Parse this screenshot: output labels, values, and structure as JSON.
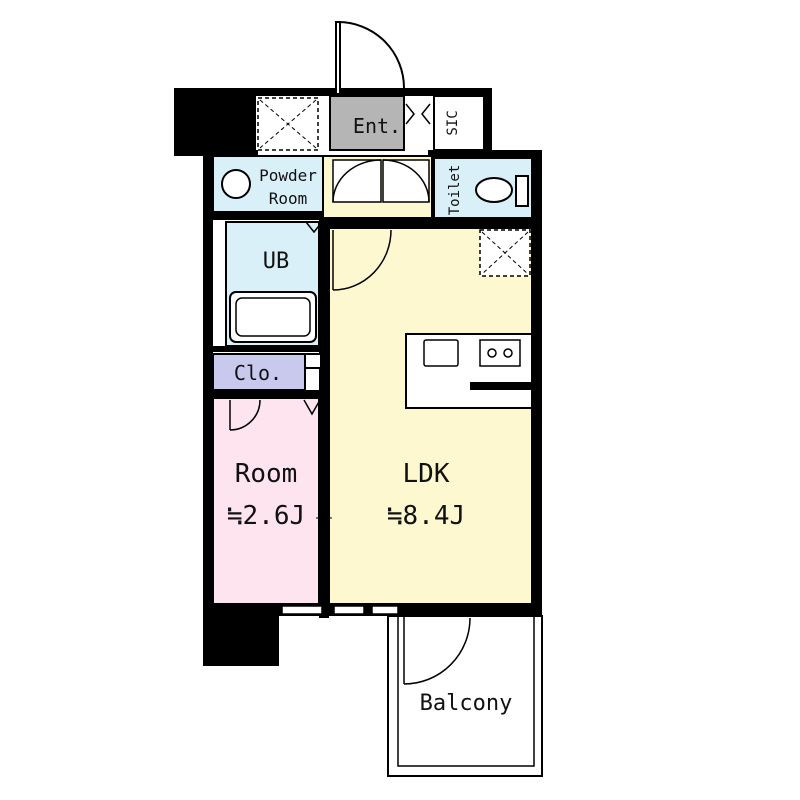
{
  "rooms": {
    "ent": "Ent.",
    "sic": "SIC",
    "powder_line1": "Powder",
    "powder_line2": "Room",
    "toilet": "Toilet",
    "ub": "UB",
    "clo": "Clo.",
    "room_name": "Room",
    "room_size": "≒2.6J",
    "ldk_name": "LDK",
    "ldk_size": "≒8.4J",
    "balcony": "Balcony"
  },
  "colors": {
    "wall": "#000000",
    "entrance": "#b5b5b5",
    "wet_area": "#d9f0f8",
    "ldk": "#fdf8d0",
    "room": "#fde4ee",
    "closet": "#c9c9ee",
    "background": "#ffffff"
  }
}
